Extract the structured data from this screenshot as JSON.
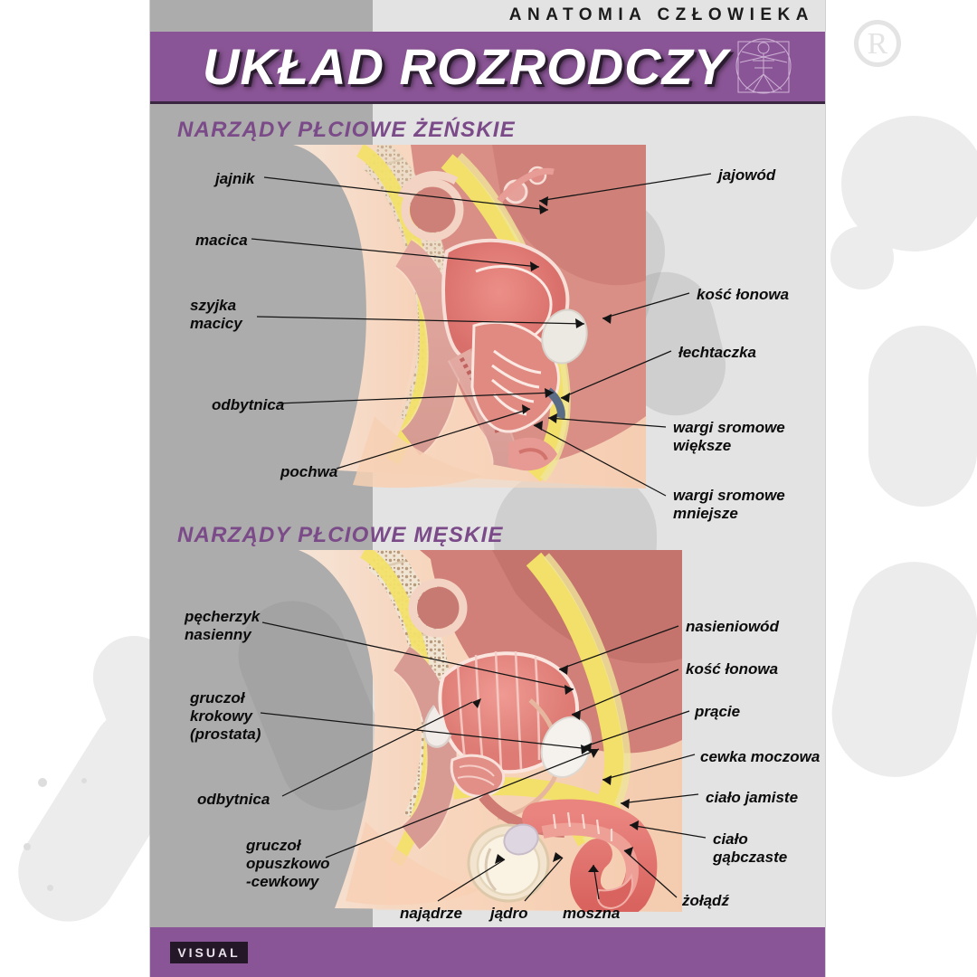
{
  "poster": {
    "series_label": "ANATOMIA CZŁOWIEKA",
    "title": "UKŁAD ROZRODCZY",
    "publisher_logo": "VISUAL",
    "colors": {
      "purple": "#8a5596",
      "purple_dark": "#3c2742",
      "heading_purple": "#7b4a88",
      "gray_panel": "#acacac",
      "light_panel": "#e3e3e3",
      "label_text": "#0b0b0b"
    },
    "registered_mark": "R"
  },
  "sections": [
    {
      "id": "female",
      "heading": "NARZĄDY PŁCIOWE ŻEŃSKIE",
      "labels_left": [
        {
          "text": "jajnik",
          "lines": [
            "jajnik"
          ]
        },
        {
          "text": "macica",
          "lines": [
            "macica"
          ]
        },
        {
          "text": "szyjka macicy",
          "lines": [
            "szyjka",
            "macicy"
          ]
        },
        {
          "text": "odbytnica",
          "lines": [
            "odbytnica"
          ]
        },
        {
          "text": "pochwa",
          "lines": [
            "pochwa"
          ]
        }
      ],
      "labels_right": [
        {
          "text": "jajowód",
          "lines": [
            "jajowód"
          ]
        },
        {
          "text": "kość łonowa",
          "lines": [
            "kość łonowa"
          ]
        },
        {
          "text": "łechtaczka",
          "lines": [
            "łechtaczka"
          ]
        },
        {
          "text": "wargi sromowe większe",
          "lines": [
            "wargi sromowe",
            "większe"
          ]
        },
        {
          "text": "wargi sromowe mniejsze",
          "lines": [
            "wargi sromowe",
            "mniejsze"
          ]
        }
      ]
    },
    {
      "id": "male",
      "heading": "NARZĄDY PŁCIOWE MĘSKIE",
      "labels_left": [
        {
          "text": "pęcherzyk nasienny",
          "lines": [
            "pęcherzyk",
            "nasienny"
          ]
        },
        {
          "text": "gruczoł krokowy (prostata)",
          "lines": [
            "gruczoł",
            "krokowy",
            "(prostata)"
          ]
        },
        {
          "text": "odbytnica",
          "lines": [
            "odbytnica"
          ]
        },
        {
          "text": "gruczoł opuszkowo-cewkowy",
          "lines": [
            "gruczoł",
            "opuszkowo",
            "-cewkowy"
          ]
        }
      ],
      "labels_right": [
        {
          "text": "nasieniowód",
          "lines": [
            "nasieniowód"
          ]
        },
        {
          "text": "kość łonowa",
          "lines": [
            "kość łonowa"
          ]
        },
        {
          "text": "prącie",
          "lines": [
            "prącie"
          ]
        },
        {
          "text": "cewka moczowa",
          "lines": [
            "cewka moczowa"
          ]
        },
        {
          "text": "ciało jamiste",
          "lines": [
            "ciało jamiste"
          ]
        },
        {
          "text": "ciało gąbczaste",
          "lines": [
            "ciało",
            "gąbczaste"
          ]
        },
        {
          "text": "żołądź",
          "lines": [
            "żołądź"
          ]
        }
      ],
      "labels_bottom": [
        {
          "text": "najądrze",
          "lines": [
            "najądrze"
          ]
        },
        {
          "text": "jądro",
          "lines": [
            "jądro"
          ]
        },
        {
          "text": "moszna",
          "lines": [
            "moszna"
          ]
        }
      ]
    }
  ]
}
